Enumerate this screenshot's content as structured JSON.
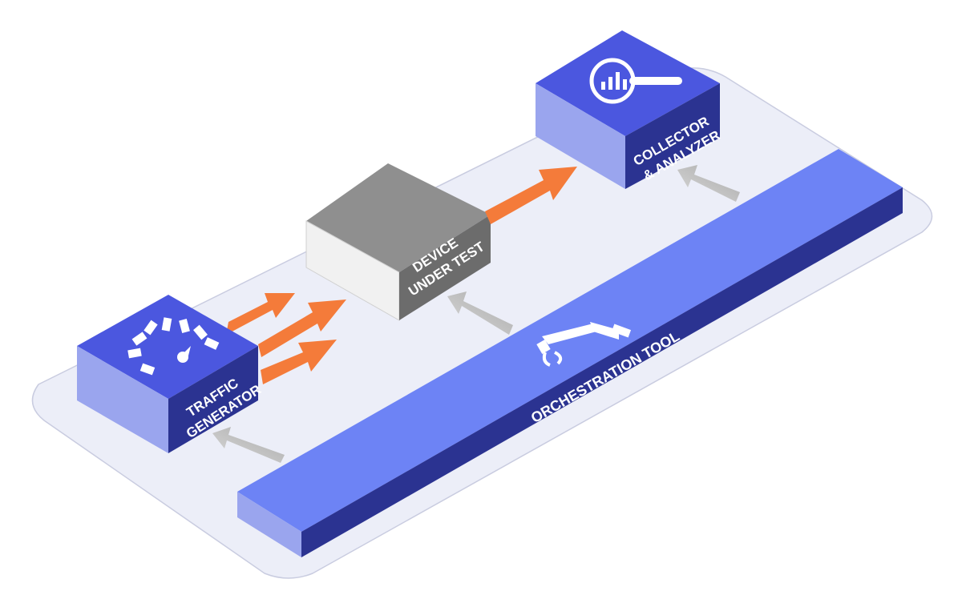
{
  "diagram": {
    "traffic_generator": {
      "line1": "TRAFFIC",
      "line2": "GENERATOR",
      "icon": "speedometer-icon"
    },
    "device_under_test": {
      "line1": "DEVICE",
      "line2": "UNDER TEST"
    },
    "collector_analyzer": {
      "line1": "COLLECTOR",
      "line2": "& ANALYZER",
      "icon": "chart-magnifier-icon"
    },
    "orchestration_tool": {
      "label": "ORCHESTRATION TOOL",
      "icon": "robot-arm-icon"
    }
  },
  "colors": {
    "platform": "#eceef8",
    "platform_border": "#c9cce0",
    "block_top": "#4b57df",
    "block_front": "#9aa5ee",
    "block_side": "#2b3391",
    "bar_top": "#6d83f5",
    "dut_top": "#8f8f8f",
    "dut_front": "#f1f1f1",
    "dut_side": "#6c6c6c",
    "data_arrow": "#f47b3a",
    "control_arrow": "#b8b8b8"
  }
}
